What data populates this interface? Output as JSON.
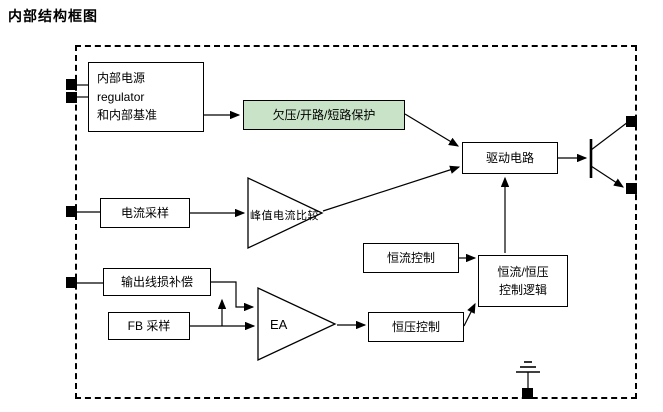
{
  "title": "内部结构框图",
  "colors": {
    "protection_fill": "#c9e3c9",
    "line_color": "#000000"
  },
  "blocks": {
    "power": {
      "lines": [
        "内部电源",
        "regulator",
        "和内部基准"
      ]
    },
    "protection": {
      "label": "欠压/开路/短路保护"
    },
    "drive": {
      "label": "驱动电路"
    },
    "current_sample": {
      "label": "电流采样"
    },
    "peak_current_comparator": {
      "label": "峰值电流比较"
    },
    "constant_current_control": {
      "label": "恒流控制"
    },
    "output_line_loss_comp": {
      "label": "输出线损补偿"
    },
    "fb_sample": {
      "label": "FB 采样"
    },
    "error_amplifier": {
      "label": "EA"
    },
    "constant_voltage_control": {
      "label": "恒压控制"
    },
    "cc_cv_logic": {
      "lines": [
        "恒流/恒压",
        "控制逻辑"
      ]
    }
  }
}
